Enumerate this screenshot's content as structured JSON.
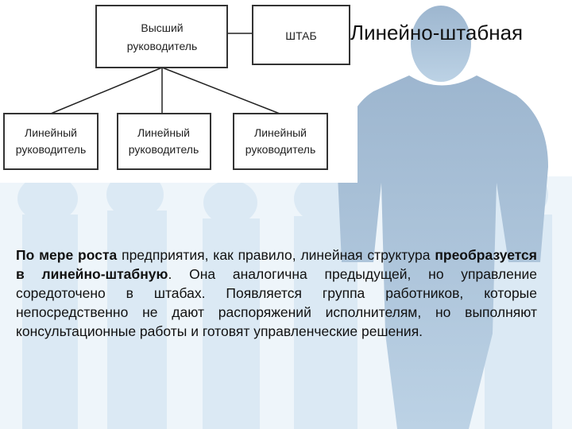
{
  "slide": {
    "title": "Линейно-штабная"
  },
  "org_chart": {
    "top_manager": {
      "line1": "Высший",
      "line2": "руководитель"
    },
    "staff": {
      "label": "ШТАБ"
    },
    "line_managers": [
      {
        "line1": "Линейный",
        "line2": "руководитель"
      },
      {
        "line1": "Линейный",
        "line2": "руководитель"
      },
      {
        "line1": "Линейный",
        "line2": "руководитель"
      }
    ]
  },
  "body": {
    "bold1": "По мере роста",
    "text1": " предприятия, как правило, линейная структура ",
    "bold2": "преобразуется в линейно-штабную",
    "text2": ". Она аналогична предыдущей, но управление соредоточено в штабах. Появляется группа работников, которые непосредственно не дают распоряжений исполнителям, но выполняют консультационные работы и готовят управленческие решения."
  },
  "colors": {
    "silhouette_dark": "#8aa7c3",
    "silhouette_light": "#d3e4f1",
    "box_border": "#333333"
  }
}
